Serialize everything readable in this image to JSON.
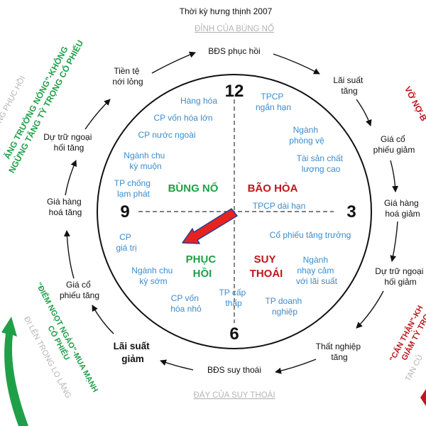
{
  "title": "Thời kỳ hưng thịnh 2007",
  "top_label": "ĐỈNH CỦA BÙNG NỔ",
  "bottom_label": "ĐÁY CỦA SUY THOÁI",
  "clock": {
    "n12": "12",
    "n3": "3",
    "n6": "6",
    "n9": "9"
  },
  "quadrants": {
    "bung_no": "BÙNG NỔ",
    "bao_hoa": "BÃO HÒA",
    "phuc_hoi": [
      "PHỤC",
      "HỒI"
    ],
    "suy_thoai": [
      "SUY",
      "THOÁI"
    ]
  },
  "inner": {
    "hang_hoa": "Hàng hóa",
    "cp_von_hoa_lon": "CP vốn hóa lớn",
    "cp_nuoc_ngoai": "CP nước ngoài",
    "nganh_chu_ky_muon": [
      "Ngành chu",
      "kỳ muộn"
    ],
    "tp_chong_lam_phat": [
      "TP chống",
      "lạm phát"
    ],
    "tpcp_ngan_han": [
      "TPCP",
      "ngắn hạn"
    ],
    "nganh_phong_ve": [
      "Ngành",
      "phòng vệ"
    ],
    "tai_san_chat_luong": [
      "Tài sản chất",
      "lượng cao"
    ],
    "tpcp_dai_han": "TPCP dài hạn",
    "cp_tang_truong": "Cổ phiếu tăng trưởng",
    "nganh_nhay_cam": [
      "Ngành",
      "nhạy cảm",
      "với lãi suất"
    ],
    "cp_gia_tri": [
      "CP",
      "giá trị"
    ],
    "nganh_chu_ky_som": [
      "Ngành chu",
      "kỳ sớm"
    ],
    "cp_von_hoa_nho": [
      "CP vốn",
      "hóa nhỏ"
    ],
    "tp_cap_thap": [
      "TP cấp",
      "thấp"
    ],
    "tp_doanh_nghiep": [
      "TP doanh",
      "nghiệp"
    ]
  },
  "outer": {
    "bds_phuc_hoi": "BĐS phục hồi",
    "lai_suat_tang": [
      "Lãi suất",
      "tăng"
    ],
    "gia_cp_giam": [
      "Giá cổ",
      "phiếu giảm"
    ],
    "gia_hang_hoa_giam": [
      "Giá hàng",
      "hoá giảm"
    ],
    "du_tru_ngoai_hoi_giam": [
      "Dự trữ ngoại",
      "hối giảm"
    ],
    "that_nghiep_tang": [
      "Thất nghiệp",
      "tăng"
    ],
    "bds_suy_thoai": "BĐS suy thoái",
    "lai_suat_giam": [
      "Lãi suất",
      "giảm"
    ],
    "gia_cp_tang": [
      "Giá cổ",
      "phiếu tăng"
    ],
    "gia_hang_hoa_tang": [
      "Giá hàng",
      "hoá tăng"
    ],
    "du_tru_ngoai_hoi_tang": [
      "Dự trữ ngoại",
      "hối tăng"
    ],
    "tien_te_noi_long": [
      "Tiền tệ",
      "nới lỏng"
    ]
  },
  "side_left": {
    "gray_top": "ƯƠNG PHỤC HỒI",
    "green_top": [
      "ĂNG TRƯỞNG NÓNG\"-KHÔNG",
      "NGỪNG TĂNG TỶ TRỌNG CỔ PHIẾU"
    ],
    "green_bottom": [
      "\"ĐIỂM NGỌT NGÀO\"-MUA MẠNH",
      "CỔ PHIẾU"
    ],
    "gray_bottom": "ĐI LÊN TRONG LO LẮNG"
  },
  "side_right": {
    "red_top": "VỠ NỢ-B",
    "red_bottom": [
      "\"CẨN THẬN\"-KH",
      "GIẢM TỶ TRỌ"
    ],
    "gray_bottom": "TAN CỦ"
  },
  "colors": {
    "text": "#111111",
    "blue": "#3b8ccc",
    "green": "#1fa048",
    "red": "#c0161c",
    "gray": "#b5b5b5",
    "hand": "#e8231f",
    "hand_edge": "#1f3f9c"
  }
}
